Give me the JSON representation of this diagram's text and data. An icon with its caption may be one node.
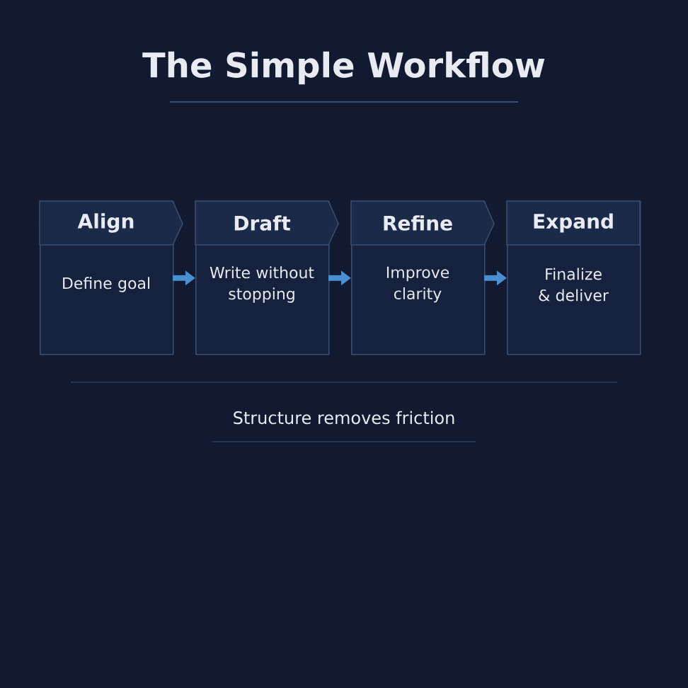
{
  "diagram": {
    "title": "The Simple Workflow",
    "nodes": [
      {
        "text": [
          "Align",
          "Define goal"
        ]
      },
      {
        "text": [
          "Draft",
          "Write without stopping"
        ]
      },
      {
        "text": [
          "Refine",
          "Improve clarity"
        ]
      },
      {
        "text": [
          "Expand",
          "Finalize & deliver"
        ]
      }
    ],
    "edges": [
      {
        "from": 0,
        "to": 1,
        "arrow": "to"
      },
      {
        "from": 1,
        "to": 2,
        "arrow": "to"
      },
      {
        "from": 2,
        "to": 3,
        "arrow": "to"
      }
    ],
    "labels": [
      "Structure removes friction"
    ]
  }
}
